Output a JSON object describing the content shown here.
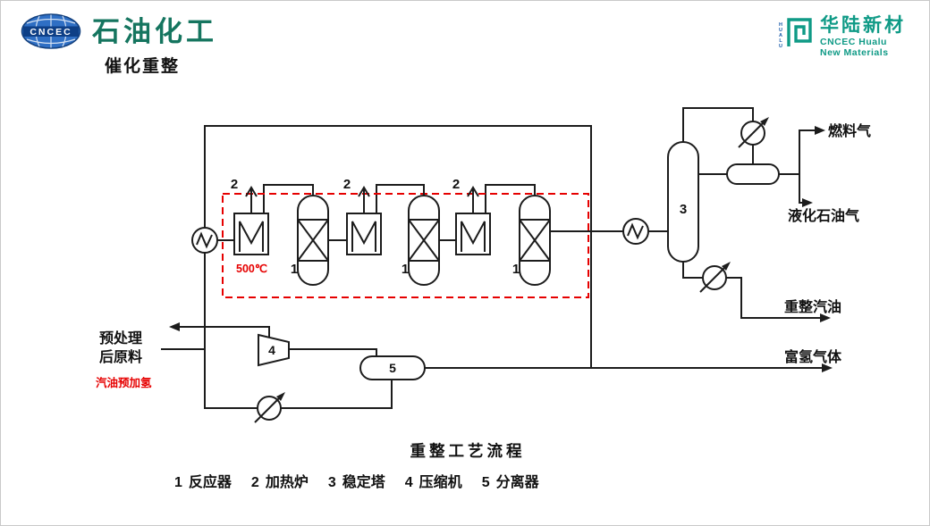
{
  "header": {
    "logo_cncec_text": "CNCEC",
    "brand_title": "石油化工",
    "page_title": "催化重整",
    "hualu": {
      "name": "华陆新材",
      "line1": "CNCEC Hualu",
      "line2": "New Materials",
      "vertical": "HUALU"
    }
  },
  "diagram": {
    "feed_label_line1": "预处理",
    "feed_label_line2": "后原料",
    "feed_note": "汽油预加氢",
    "temperature": "500℃",
    "outputs": {
      "fuel_gas": "燃料气",
      "lpg": "液化石油气",
      "reformate": "重整汽油",
      "hydrogen_rich_gas": "富氢气体"
    },
    "equipment_numbers": {
      "reactor": "1",
      "furnace": "2",
      "stabilizer": "3",
      "compressor": "4",
      "separator": "5"
    },
    "caption": "重整工艺流程",
    "legend": [
      {
        "num": "1",
        "name": "反应器"
      },
      {
        "num": "2",
        "name": "加热炉"
      },
      {
        "num": "3",
        "name": "稳定塔"
      },
      {
        "num": "4",
        "name": "压缩机"
      },
      {
        "num": "5",
        "name": "分离器"
      }
    ],
    "colors": {
      "line": "#1c1c1c",
      "highlight": "#e60000",
      "brand_green": "#15755f",
      "brand_teal": "#0f9a86"
    }
  }
}
